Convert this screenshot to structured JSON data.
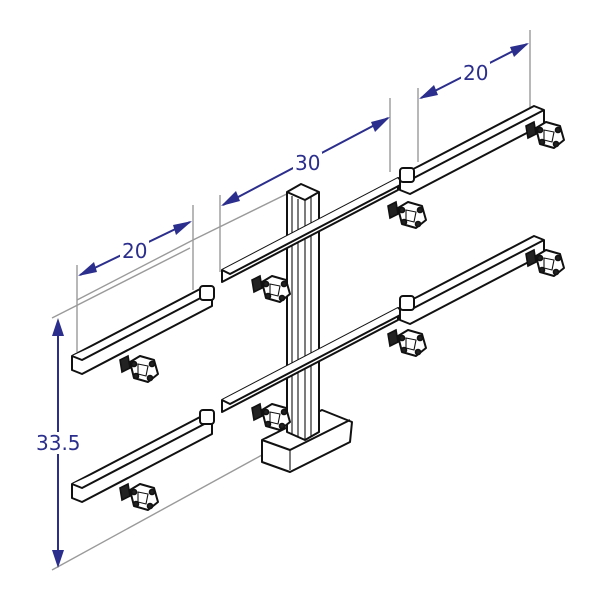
{
  "drawing": {
    "subject": "Quad-arm 8-monitor pole mount dimension drawing",
    "colors": {
      "dimension": "#2b2e8c",
      "guide": "#9a9a9a",
      "outline": "#111111",
      "background": "#ffffff"
    },
    "dimensions": {
      "left_arm_width": "20",
      "center_arm_width": "30",
      "right_arm_width": "20",
      "overall_height": "33.5"
    },
    "components": {
      "rows": 2,
      "monitor_plates_per_row": 4,
      "pole": "center-pole",
      "base": "desk-base"
    }
  }
}
